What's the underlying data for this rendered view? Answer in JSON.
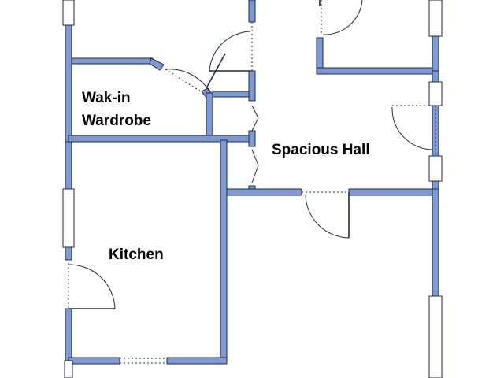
{
  "rooms": {
    "wardrobe_line1": "Wak-in",
    "wardrobe_line2": "Wardrobe",
    "hall": "Spacious Hall",
    "kitchen": "Kitchen"
  },
  "colors": {
    "wall_fill": "#7e9ad4",
    "outline": "#1f2a44",
    "background": "#ffffff"
  }
}
